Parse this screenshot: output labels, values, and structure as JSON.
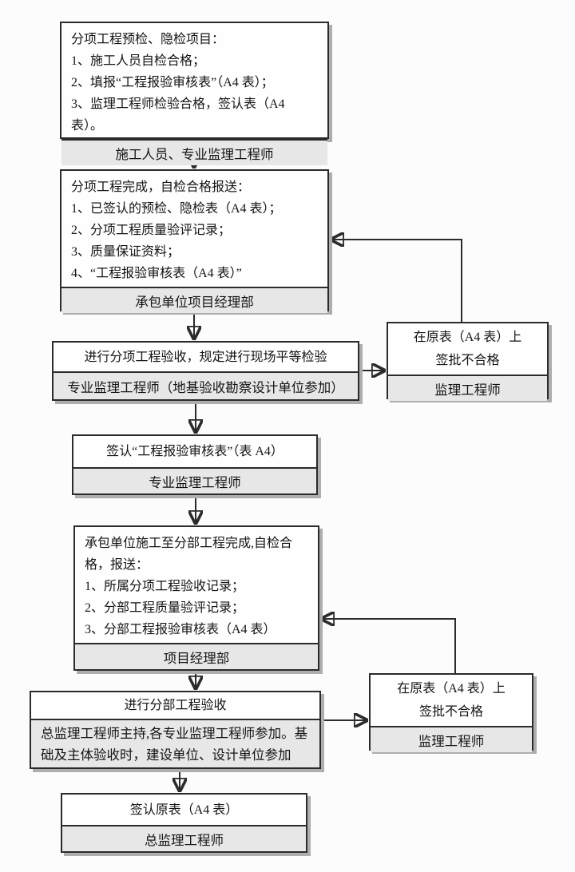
{
  "colors": {
    "bg": "#fcfcfc",
    "box_bg": "#fefefe",
    "footer_bg": "#e7e7e7",
    "border": "#2b2b2b",
    "shadow": "#aeaeae",
    "text": "#141414"
  },
  "flowchart": {
    "step1": {
      "lines": [
        "分项工程预检、隐检项目：",
        "1、施工人员自检合格；",
        "2、填报“工程报验审核表”（A4 表）；",
        "3、监理工程师检验合格，签认表（A4 表）。"
      ],
      "responsible": "施工人员、专业监理工程师"
    },
    "step2": {
      "lines": [
        "分项工程完成，自检合格报送：",
        "1、已签认的预检、隐检表（A4 表）；",
        "2、分项工程质量验评记录；",
        "3、质量保证资料；",
        "4、“工程报验审核表（A4 表）”"
      ],
      "responsible": "承包单位项目经理部"
    },
    "step3": {
      "title": "进行分项工程验收，规定进行现场平等检验",
      "responsible": "专业监理工程师（地基验收勘察设计单位参加）"
    },
    "reject1": {
      "line1": "在原表（A4 表）上",
      "line2": "签批不合格",
      "responsible": "监理工程师"
    },
    "step4": {
      "title": "签认“工程报验审核表”（表 A4）",
      "responsible": "专业监理工程师"
    },
    "step5": {
      "lines": [
        "承包单位施工至分部工程完成,自检合格，报送：",
        "1、所属分项工程验收记录；",
        "2、分部工程质量验评记录；",
        "3、分部工程报验审核表（A4 表）"
      ],
      "responsible": "项目经理部"
    },
    "step6": {
      "title": "进行分部工程验收",
      "responsible": "总监理工程师主持,各专业监理工程师参加。基础及主体验收时，建设单位、设计单位参加"
    },
    "reject2": {
      "line1": "在原表（A4 表）上",
      "line2": "签批不合格",
      "responsible": "监理工程师"
    },
    "step7": {
      "title": "签认原表（A4 表）",
      "responsible": "总监理工程师"
    }
  }
}
